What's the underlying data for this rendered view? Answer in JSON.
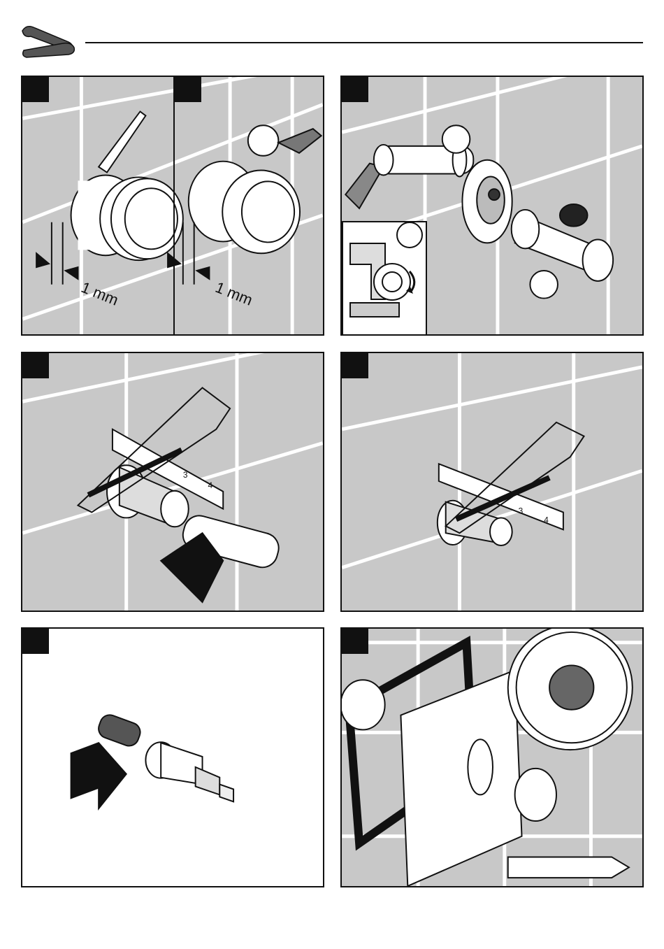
{
  "header": {
    "icon": "tools-icon"
  },
  "panels": [
    {
      "id": "panel-1",
      "step_number": "",
      "measure_label": "1 mm"
    },
    {
      "id": "panel-2",
      "step_number": "",
      "measure_label": "1 mm"
    },
    {
      "id": "panel-3",
      "step_number": "",
      "callout_a": "",
      "callout_b": "",
      "callout_c": ""
    },
    {
      "id": "panel-4",
      "step_number": "",
      "ruler_marks": [
        "3",
        "4"
      ]
    },
    {
      "id": "panel-5",
      "step_number": "",
      "ruler_marks": [
        "3",
        "4"
      ]
    },
    {
      "id": "panel-6",
      "step_number": ""
    },
    {
      "id": "panel-7",
      "step_number": ""
    }
  ],
  "colors": {
    "tile": "#c8c8c8",
    "grout": "#ffffff",
    "ink": "#111111",
    "white": "#ffffff"
  }
}
